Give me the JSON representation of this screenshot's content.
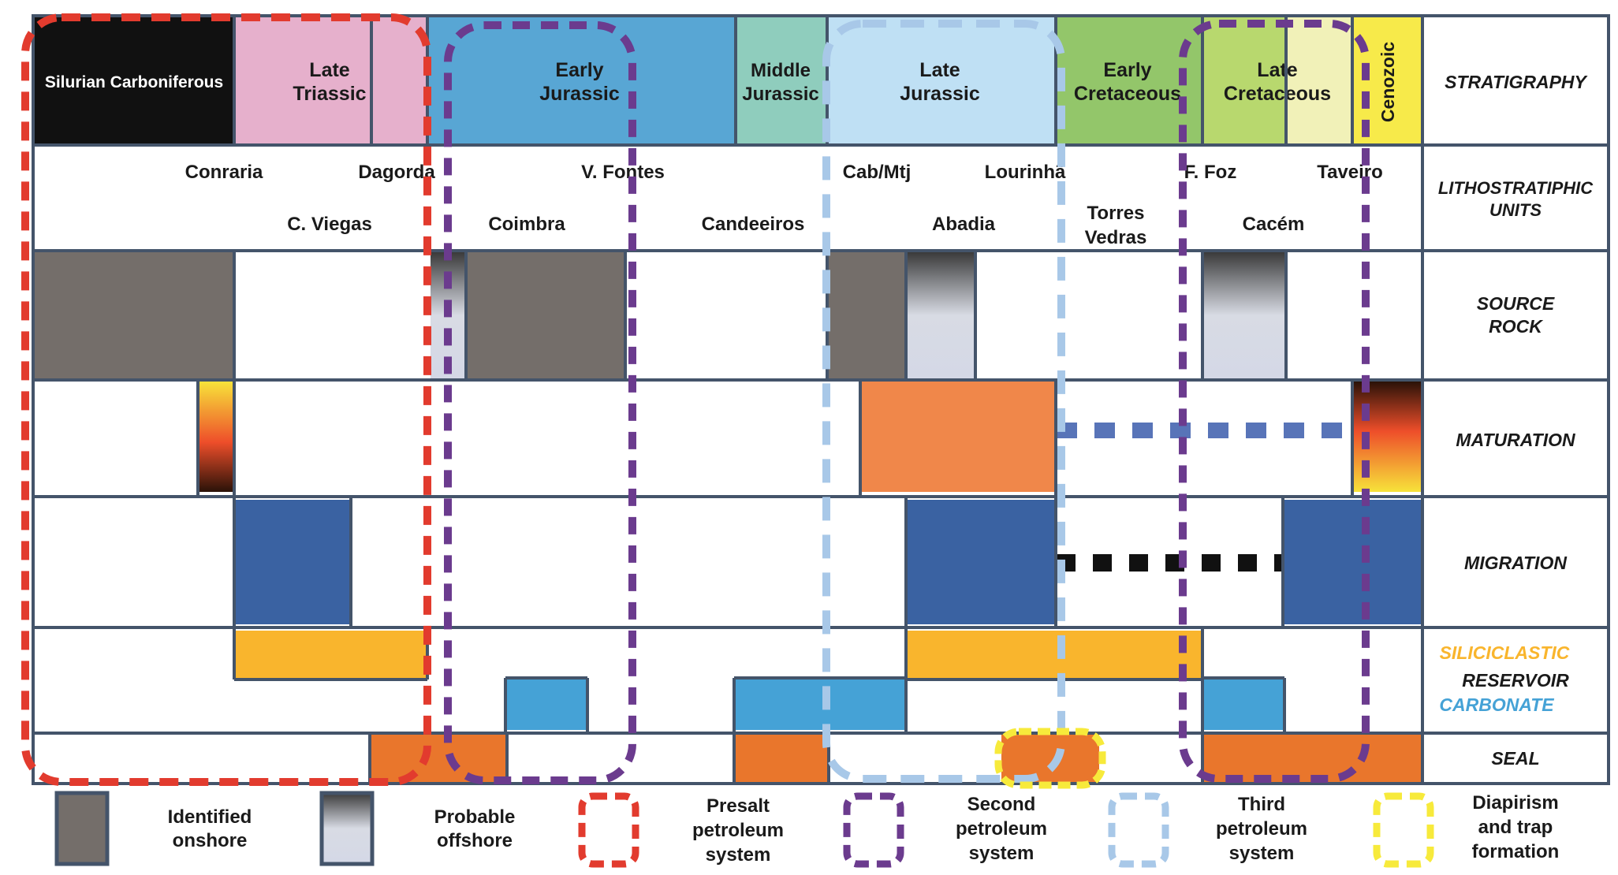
{
  "colors": {
    "grid": "#44546a",
    "silurian": "#111111",
    "late_triassic": "#e6b0cc",
    "early_jurassic": "#58a6d4",
    "middle_jurassic": "#8fcdbd",
    "late_jurassic": "#bfe0f4",
    "early_cretaceous": "#93c66a",
    "late_cretaceous_a": "#b8d86e",
    "late_cretaceous_b": "#f1f1b8",
    "cenozoic": "#f7ea4a",
    "identified": "#746e6a",
    "maturation_orange": "#f0874a",
    "migration_blue": "#3a62a2",
    "siliciclastic": "#f9b52d",
    "carbonate": "#45a2d6",
    "seal": "#e9762c",
    "presalt": "#e23b2e",
    "second": "#6b3b8e",
    "third": "#a8c8e8",
    "diapirism": "#f7ea3b",
    "dotted_blue": "#5874b8",
    "dotted_black": "#111111"
  },
  "stratigraphy": {
    "silurian": "Silurian Carboniferous",
    "late_triassic": [
      "Late",
      "Triassic"
    ],
    "early_jurassic": [
      "Early",
      "Jurassic"
    ],
    "middle_jurassic": [
      "Middle",
      "Jurassic"
    ],
    "late_jurassic": [
      "Late",
      "Jurassic"
    ],
    "early_cretaceous": [
      "Early",
      "Cretaceous"
    ],
    "late_cretaceous": [
      "Late",
      "Cretaceous"
    ],
    "cenozoic": "Cenozoic"
  },
  "units": {
    "conraria": "Conraria",
    "dagorda": "Dagorda",
    "v_fontes": "V. Fontes",
    "cab_mtj": "Cab/Mtj",
    "lourinha": "Lourinhã",
    "f_foz": "F. Foz",
    "taveiro": "Taveiro",
    "c_viegas": "C. Viegas",
    "coimbra": "Coimbra",
    "candeeiros": "Candeeiros",
    "abadia": "Abadia",
    "torres_vedras": [
      "Torres",
      "Vedras"
    ],
    "cacem": "Cacém"
  },
  "rows": {
    "stratigraphy": "STRATIGRAPHY",
    "litho": [
      "LITHOSTRATIPHIC",
      "UNITS"
    ],
    "source": [
      "SOURCE",
      "ROCK"
    ],
    "maturation": "MATURATION",
    "migration": "MIGRATION",
    "siliciclastic": "SILICICLASTIC",
    "reservoir": "RESERVOIR",
    "carbonate": "CARBONATE",
    "seal": "SEAL"
  },
  "legend": {
    "identified": [
      "Identified",
      "onshore"
    ],
    "probable": [
      "Probable",
      "offshore"
    ],
    "presalt": [
      "Presalt",
      "petroleum",
      "system"
    ],
    "second": [
      "Second",
      "petroleum",
      "system"
    ],
    "third": [
      "Third",
      "petroleum",
      "system"
    ],
    "diapirism": [
      "Diapirism",
      "and trap",
      "formation"
    ]
  }
}
